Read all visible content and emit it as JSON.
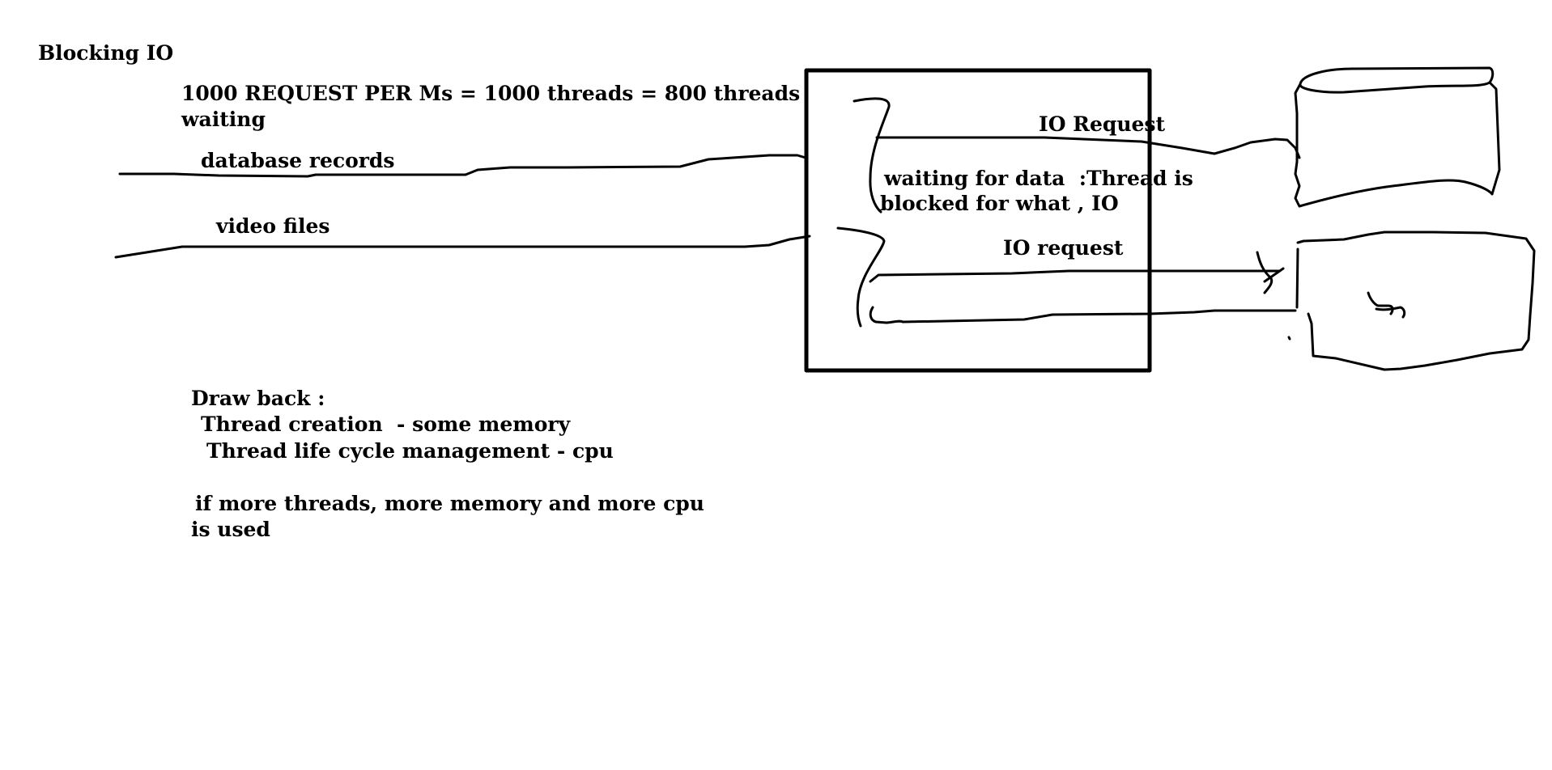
{
  "canvas": {
    "background": "#ffffff",
    "ink": "#000000"
  },
  "title": "Blocking IO",
  "request_note": {
    "line1": "1000 REQUEST PER Ms = 1000 threads = 800 threads",
    "line2": "waiting"
  },
  "inputs": {
    "database": "database records",
    "video": "video files"
  },
  "server": {
    "io_request_top": "IO Request",
    "waiting_line1": "waiting for data  :Thread is",
    "waiting_line2": "blocked for what , IO",
    "io_request_bottom": "IO request"
  },
  "drawbacks": {
    "heading": "Draw back :",
    "item1": "Thread creation  - some memory",
    "item2": "Thread life cycle management - cpu",
    "note_line1": "if more threads, more memory and more cpu",
    "note_line2": "is used"
  }
}
